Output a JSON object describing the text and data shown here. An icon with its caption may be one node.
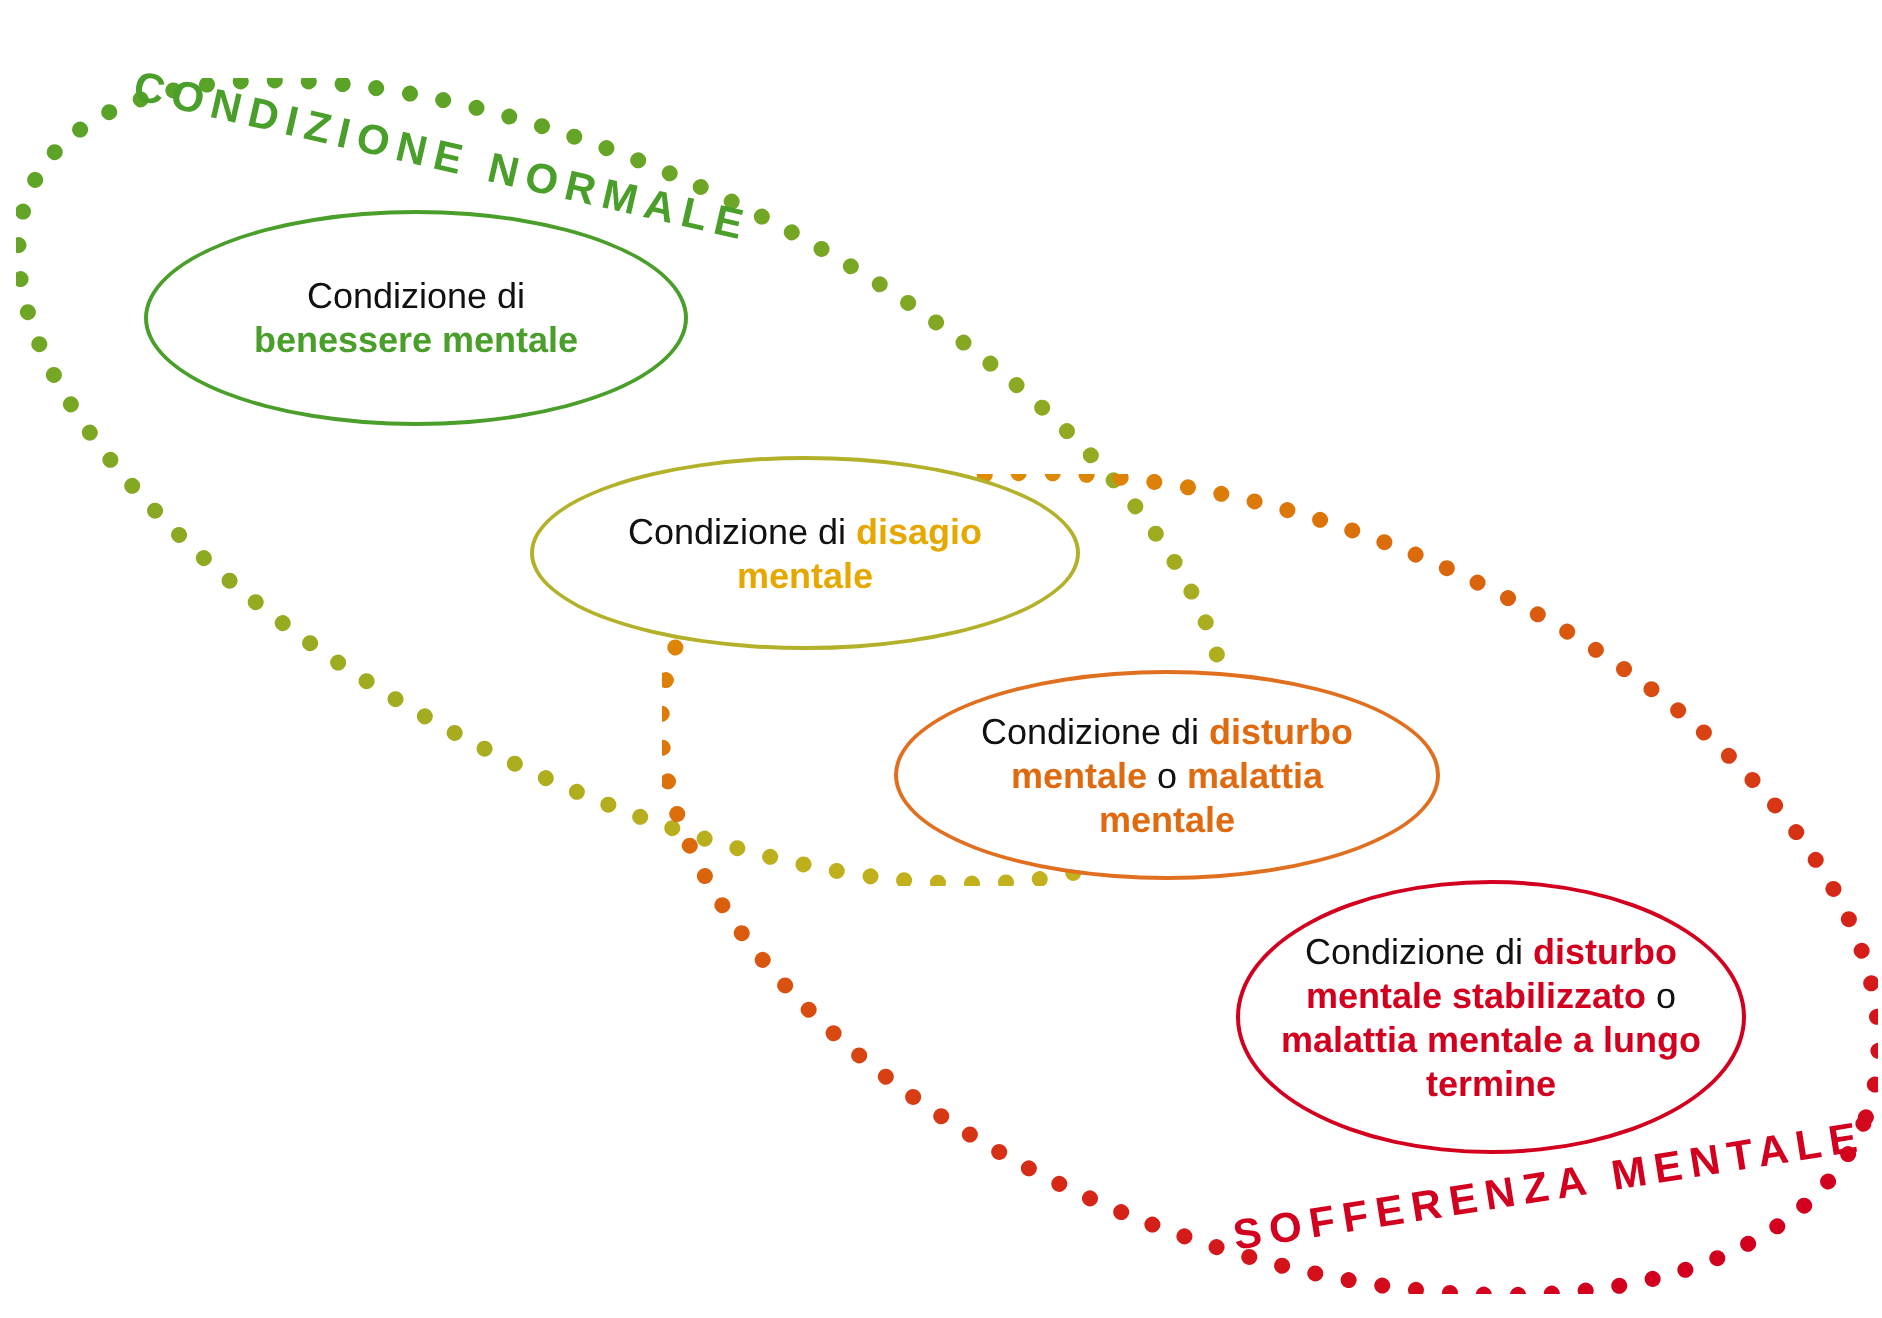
{
  "diagram": {
    "nodes": [
      {
        "text": [
          "CONDIZIONE NORMALE"
        ]
      },
      {
        "text": [
          "Condizione di **benessere mentale**"
        ],
        "in": 0
      },
      {
        "text": [
          "Condizione di **disagio mentale**"
        ],
        "in": 0
      },
      {
        "text": [
          "SOFFERENZA MENTALE"
        ]
      },
      {
        "text": [
          "Condizione di **disturbo mentale** o **malattia mentale**"
        ],
        "in": 3
      },
      {
        "text": [
          "Condizione di **disturbo mentale stabilizzato** o **malattia mentale a lungo termine**"
        ],
        "in": 3
      }
    ]
  }
}
